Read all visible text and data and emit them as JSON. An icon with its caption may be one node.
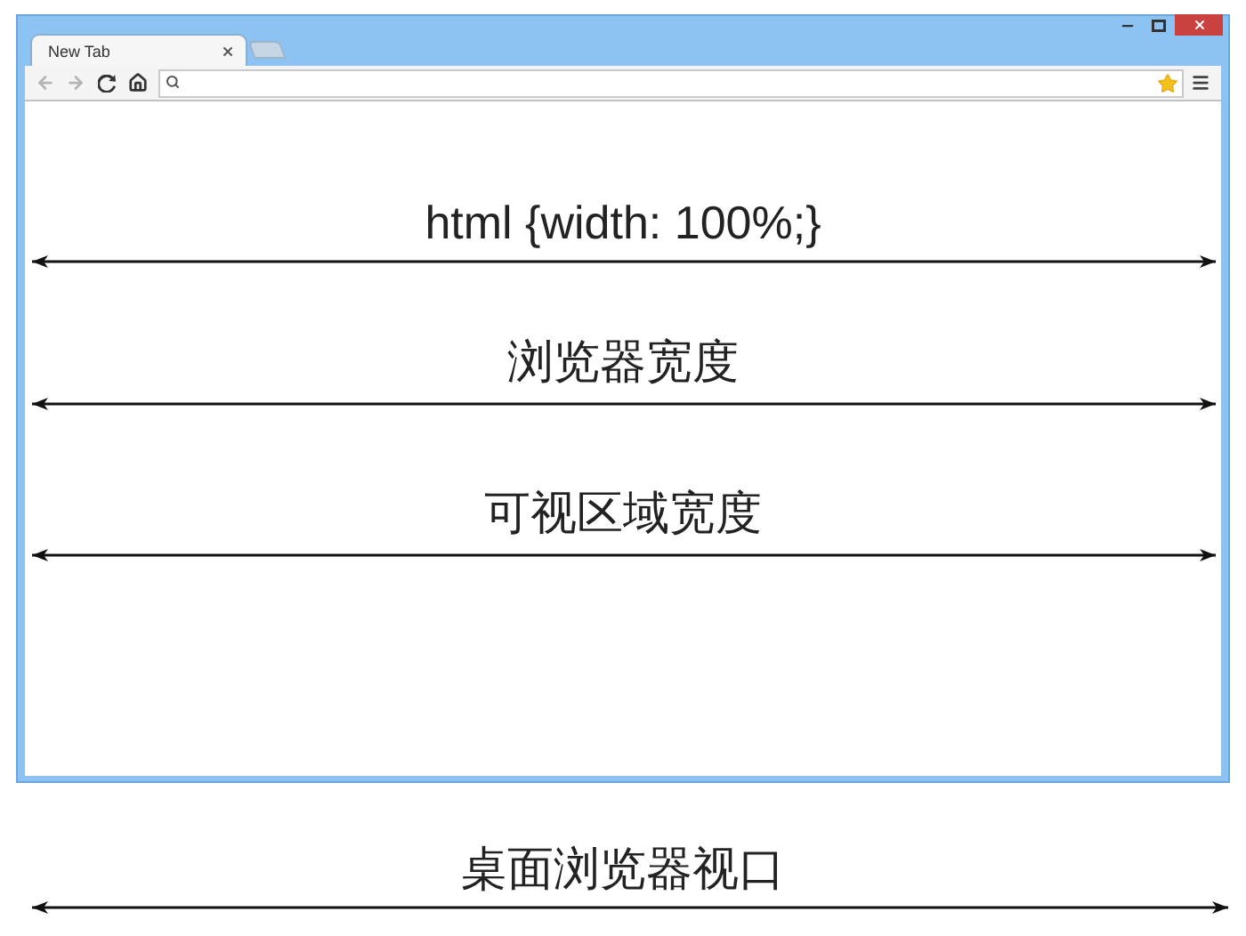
{
  "diagram": {
    "nodes": [
      {
        "text": [
          "New Tab"
        ]
      }
    ],
    "labels": [
      "html {width: 100%;}",
      "浏览器宽度",
      "可视区域宽度",
      "桌面浏览器视口"
    ]
  }
}
